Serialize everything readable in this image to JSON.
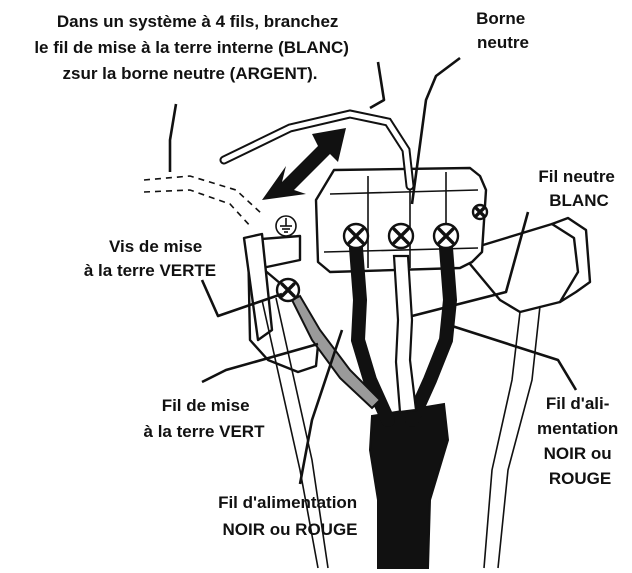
{
  "labels": {
    "instruction": {
      "lines": [
        "Dans un système à 4 fils, branchez",
        "le fil de mise à la terre interne (BLANC)",
        "zsur la borne neutre (ARGENT)."
      ]
    },
    "neutral_terminal": {
      "lines": [
        "Borne",
        "neutre"
      ]
    },
    "neutral_wire": {
      "lines": [
        "Fil neutre",
        "BLANC"
      ]
    },
    "ground_screw": {
      "lines": [
        "Vis de mise",
        "à la terre VERTE"
      ]
    },
    "ground_wire": {
      "lines": [
        "Fil de mise",
        "à la terre VERT"
      ]
    },
    "power_wire_right": {
      "lines": [
        "Fil d'ali-",
        "mentation",
        "NOIR ou",
        "ROUGE"
      ]
    },
    "power_wire_bottom": {
      "lines": [
        "Fil d'alimentation",
        "NOIR ou ROUGE"
      ]
    }
  },
  "colors": {
    "line": "#111111",
    "background": "#ffffff",
    "ground_wire_fill": "#9a9a9a",
    "hot_wire_fill": "#111111"
  },
  "icons": {
    "ground_symbol": "earth-ground-icon",
    "move_arrow": "double-arrow-icon"
  }
}
